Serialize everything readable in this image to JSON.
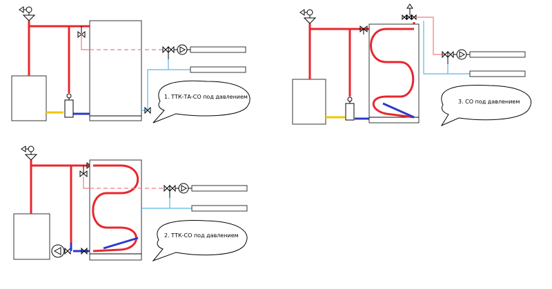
{
  "colors": {
    "hot": "#e8262d",
    "cold": "#2b38c9",
    "gas": "#f5c400",
    "hot_service": "#f07a82",
    "cold_service": "#58b8e8"
  },
  "diagrams": [
    {
      "id": 1,
      "label": "1. ТТК-ТА-СО под давлением"
    },
    {
      "id": 2,
      "label": "2. ТТК-СО под давлением"
    },
    {
      "id": 3,
      "label": "3. СО под давлением"
    }
  ]
}
